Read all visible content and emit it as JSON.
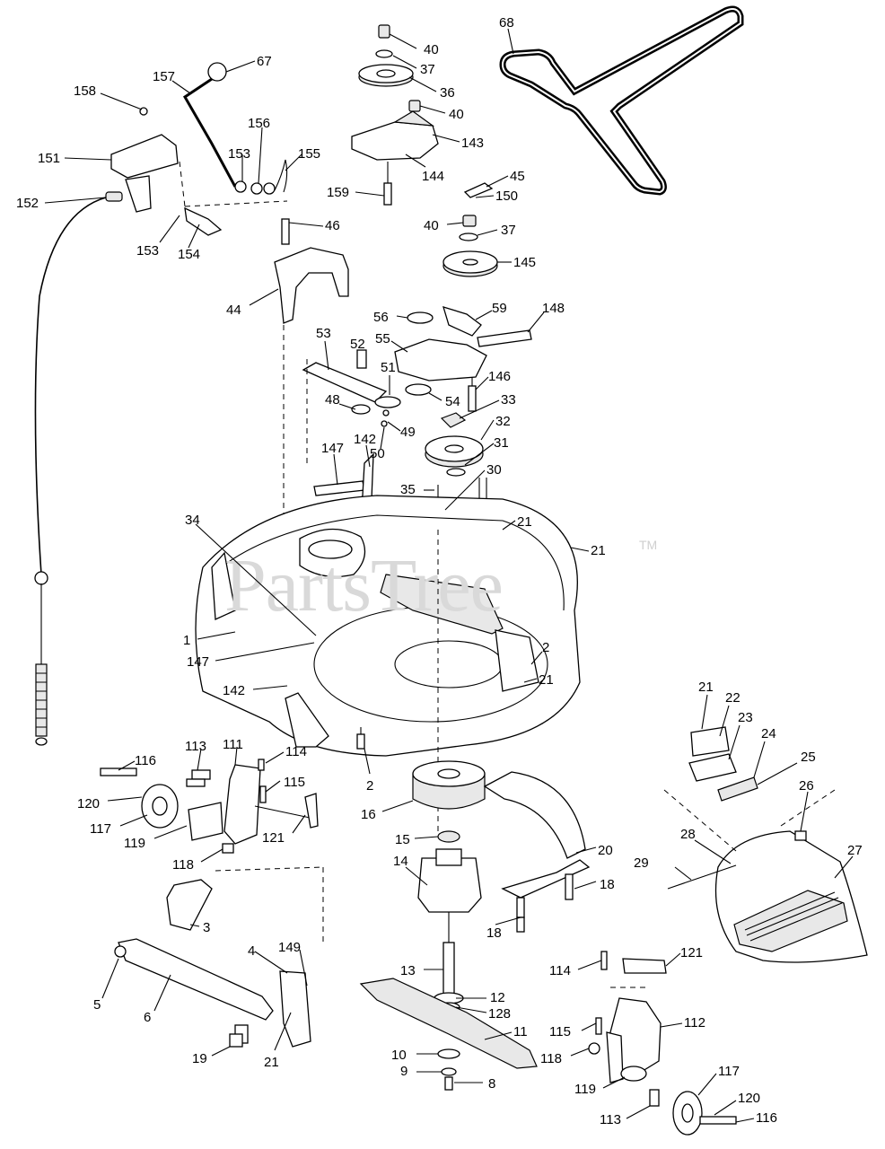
{
  "watermark": {
    "text": "PartsTree",
    "trademark": "TM"
  },
  "parts": [
    {
      "label": "68"
    },
    {
      "label": "40"
    },
    {
      "label": "37"
    },
    {
      "label": "36"
    },
    {
      "label": "40"
    },
    {
      "label": "67"
    },
    {
      "label": "157"
    },
    {
      "label": "158"
    },
    {
      "label": "151"
    },
    {
      "label": "156"
    },
    {
      "label": "153"
    },
    {
      "label": "155"
    },
    {
      "label": "143"
    },
    {
      "label": "144"
    },
    {
      "label": "152"
    },
    {
      "label": "159"
    },
    {
      "label": "45"
    },
    {
      "label": "150"
    },
    {
      "label": "40"
    },
    {
      "label": "37"
    },
    {
      "label": "153"
    },
    {
      "label": "154"
    },
    {
      "label": "145"
    },
    {
      "label": "46"
    },
    {
      "label": "44"
    },
    {
      "label": "56"
    },
    {
      "label": "59"
    },
    {
      "label": "148"
    },
    {
      "label": "53"
    },
    {
      "label": "52"
    },
    {
      "label": "55"
    },
    {
      "label": "51"
    },
    {
      "label": "146"
    },
    {
      "label": "48"
    },
    {
      "label": "54"
    },
    {
      "label": "33"
    },
    {
      "label": "49"
    },
    {
      "label": "32"
    },
    {
      "label": "50"
    },
    {
      "label": "31"
    },
    {
      "label": "147"
    },
    {
      "label": "142"
    },
    {
      "label": "30"
    },
    {
      "label": "35"
    },
    {
      "label": "34"
    },
    {
      "label": "21"
    },
    {
      "label": "21"
    },
    {
      "label": "1"
    },
    {
      "label": "147"
    },
    {
      "label": "2"
    },
    {
      "label": "21"
    },
    {
      "label": "142"
    },
    {
      "label": "21"
    },
    {
      "label": "22"
    },
    {
      "label": "23"
    },
    {
      "label": "24"
    },
    {
      "label": "113"
    },
    {
      "label": "111"
    },
    {
      "label": "114"
    },
    {
      "label": "116"
    },
    {
      "label": "2"
    },
    {
      "label": "115"
    },
    {
      "label": "25"
    },
    {
      "label": "120"
    },
    {
      "label": "26"
    },
    {
      "label": "117"
    },
    {
      "label": "16"
    },
    {
      "label": "119"
    },
    {
      "label": "121"
    },
    {
      "label": "15"
    },
    {
      "label": "28"
    },
    {
      "label": "27"
    },
    {
      "label": "20"
    },
    {
      "label": "118"
    },
    {
      "label": "29"
    },
    {
      "label": "14"
    },
    {
      "label": "18"
    },
    {
      "label": "3"
    },
    {
      "label": "18"
    },
    {
      "label": "149"
    },
    {
      "label": "4"
    },
    {
      "label": "114"
    },
    {
      "label": "121"
    },
    {
      "label": "13"
    },
    {
      "label": "5"
    },
    {
      "label": "6"
    },
    {
      "label": "12"
    },
    {
      "label": "128"
    },
    {
      "label": "112"
    },
    {
      "label": "115"
    },
    {
      "label": "11"
    },
    {
      "label": "19"
    },
    {
      "label": "21"
    },
    {
      "label": "10"
    },
    {
      "label": "118"
    },
    {
      "label": "9"
    },
    {
      "label": "117"
    },
    {
      "label": "8"
    },
    {
      "label": "119"
    },
    {
      "label": "120"
    },
    {
      "label": "113"
    },
    {
      "label": "116"
    }
  ]
}
